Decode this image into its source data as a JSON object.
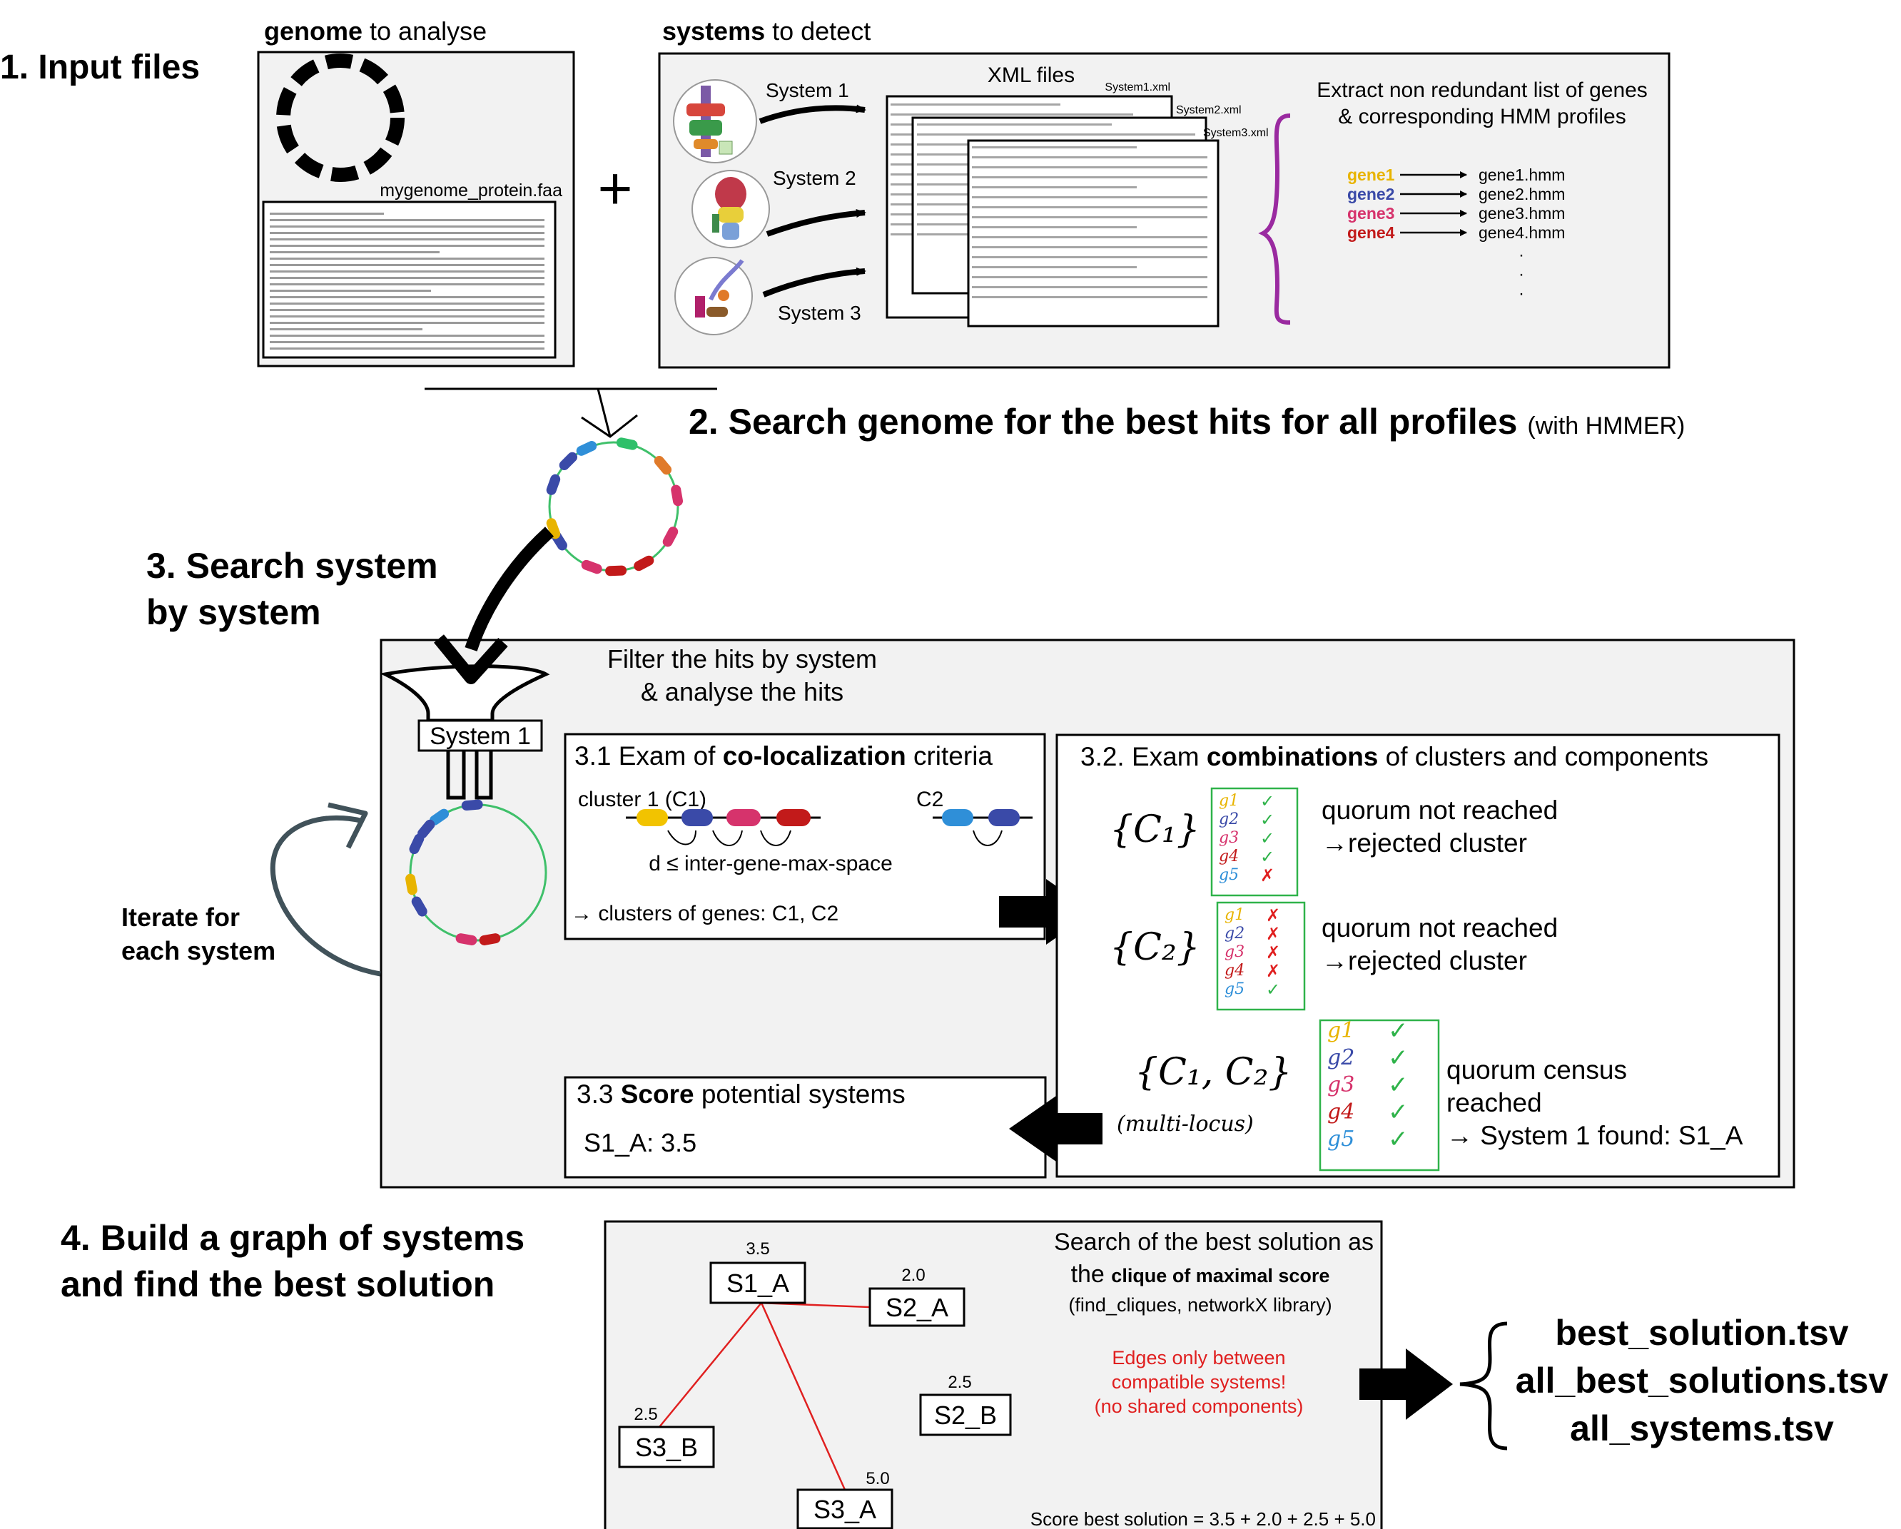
{
  "step1": {
    "title": "1. Input files",
    "genome_label_bold": "genome",
    "genome_label_rest": " to analyse",
    "genome_file": "mygenome_protein.faa",
    "plus": "+",
    "systems_label_bold": "systems",
    "systems_label_rest": " to detect",
    "xml_title": "XML files",
    "system_names": [
      "System 1",
      "System 2",
      "System 3"
    ],
    "xml_files": [
      "System1.xml",
      "System2.xml",
      "System3.xml"
    ],
    "extract_line1": "Extract non redundant list of genes",
    "extract_line2": "& corresponding HMM profiles",
    "genes": [
      {
        "name": "gene1",
        "hmm": "gene1.hmm",
        "color": "#e8b400"
      },
      {
        "name": "gene2",
        "hmm": "gene2.hmm",
        "color": "#3a4aa8"
      },
      {
        "name": "gene3",
        "hmm": "gene3.hmm",
        "color": "#d6336c"
      },
      {
        "name": "gene4",
        "hmm": "gene4.hmm",
        "color": "#c21a1a"
      }
    ],
    "dots": [
      "·",
      "·",
      "·"
    ]
  },
  "step2": {
    "title": "2. Search genome for the best hits for all profiles",
    "note": "(with HMMER)"
  },
  "step3": {
    "title_line1": "3. Search system",
    "title_line2": "by system",
    "filter_line1": "Filter the hits by system",
    "filter_line2": "& analyse the hits",
    "funnel_label": "System 1",
    "iterate_line1": "Iterate for",
    "iterate_line2": "each system",
    "coloc_prefix": "3.1 Exam of ",
    "coloc_bold": "co-localization",
    "coloc_suffix": " criteria",
    "cluster1_label": "cluster 1 (C1)",
    "cluster2_label": "C2",
    "distance_label": "d ≤ inter-gene-max-space",
    "clusters_result": "→ clusters of genes: C1, C2",
    "combo_prefix": "3.2. Exam ",
    "combo_bold": "combinations",
    "combo_suffix": " of clusters and components",
    "combos": [
      {
        "set": "{C₁}",
        "marks": [
          "✓",
          "✓",
          "✓",
          "✓",
          "✗"
        ],
        "result_line1": "quorum not reached",
        "result_line2": "→rejected cluster",
        "result_line3": ""
      },
      {
        "set": "{C₂}",
        "marks": [
          "✗",
          "✗",
          "✗",
          "✗",
          "✓"
        ],
        "result_line1": "quorum not reached",
        "result_line2": "→rejected cluster",
        "result_line3": ""
      },
      {
        "set": "{C₁, C₂}",
        "marks": [
          "✓",
          "✓",
          "✓",
          "✓",
          "✓"
        ],
        "result_line1": "quorum census",
        "result_line2": "reached",
        "result_line3": "→ System 1 found: S1_A"
      }
    ],
    "gene_short": [
      "g1",
      "g2",
      "g3",
      "g4",
      "g5"
    ],
    "gene_short_colors": [
      "#e8b400",
      "#3a4aa8",
      "#d6336c",
      "#c21a1a",
      "#2f8fd8"
    ],
    "multi_locus": "(multi-locus)",
    "score_prefix": "3.3 ",
    "score_bold": "Score",
    "score_suffix": " potential systems",
    "score_value": "S1_A: 3.5"
  },
  "step4": {
    "title_line1": "4. Build a graph of systems",
    "title_line2": "and find the best solution",
    "search_line1": "Search of the best solution as",
    "search_line2_plain": "the ",
    "search_line2_bold": "clique of maximal score",
    "search_line3": "(find_cliques, networkX library)",
    "edges_line1": "Edges only between",
    "edges_line2": "compatible systems!",
    "edges_line3": "(no shared components)",
    "edge_color": "#e02020",
    "nodes": [
      {
        "id": "S1_A",
        "score": "3.5"
      },
      {
        "id": "S2_A",
        "score": "2.0"
      },
      {
        "id": "S2_B",
        "score": "2.5"
      },
      {
        "id": "S3_B",
        "score": "2.5"
      },
      {
        "id": "S3_A",
        "score": "5.0"
      }
    ],
    "score_best": "Score best solution = 3.5 + 2.0 + 2.5 + 5.0",
    "outputs": [
      "best_solution.tsv",
      "all_best_solutions.tsv",
      "all_systems.tsv"
    ]
  }
}
